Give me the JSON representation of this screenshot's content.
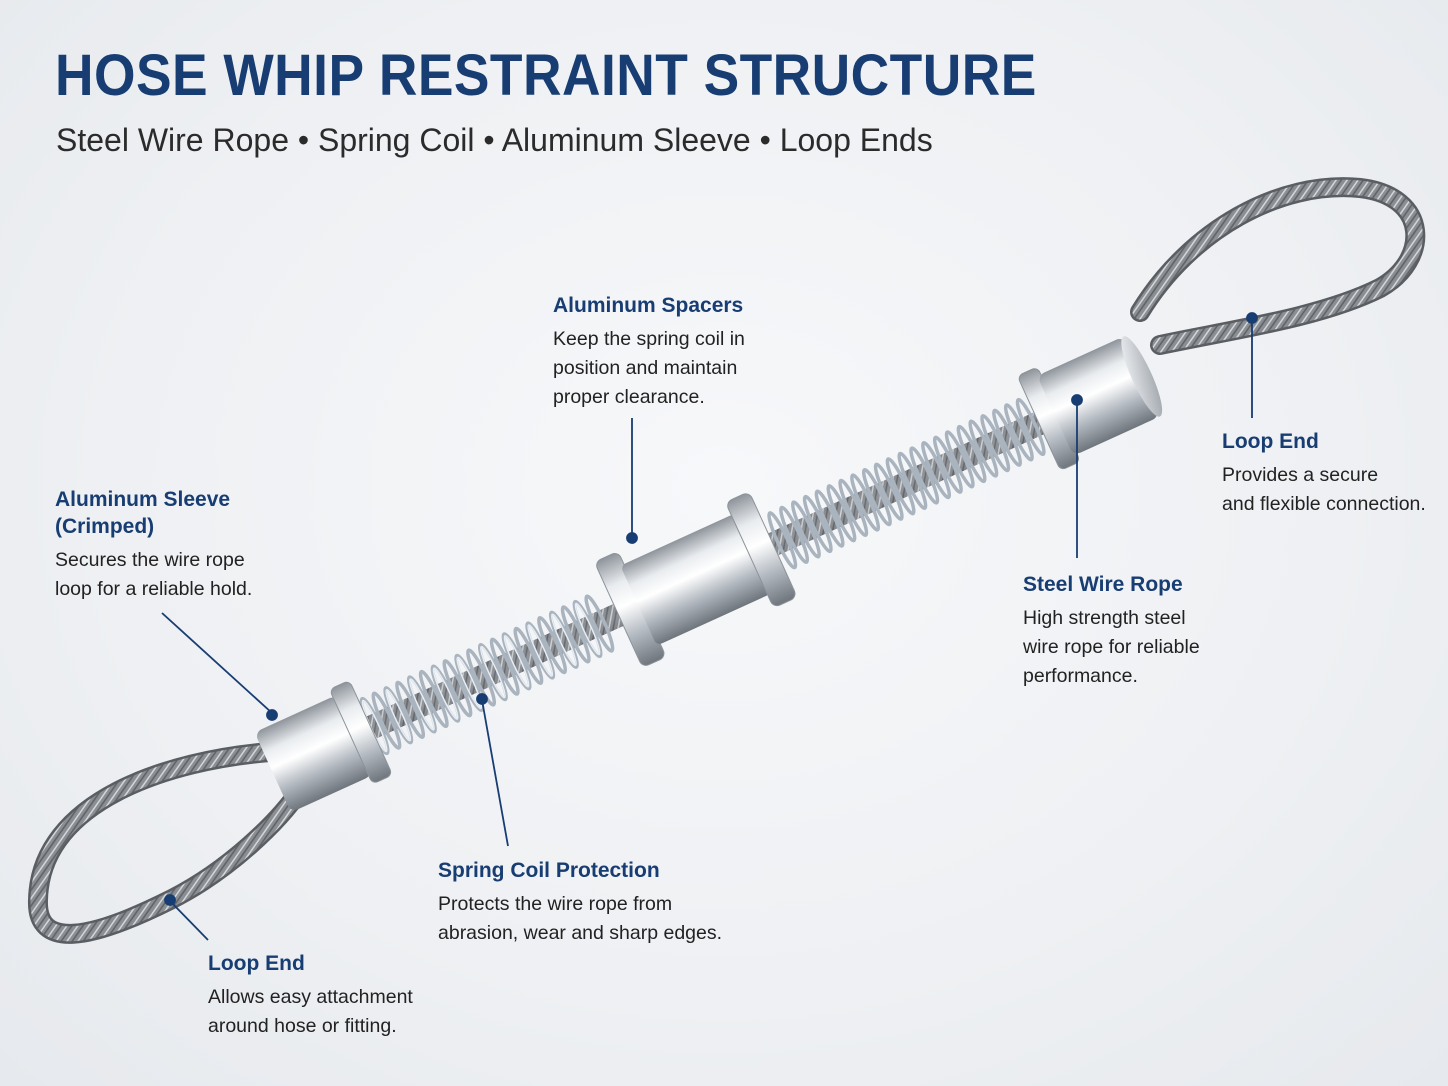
{
  "title": "HOSE WHIP RESTRAINT STRUCTURE",
  "subtitle": "Steel Wire Rope • Spring Coil • Aluminum Sleeve • Loop Ends",
  "colors": {
    "accent": "#173d72",
    "rope": "#8a8d91",
    "spring": "#b9c3ce",
    "aluminum": "#c9cdd2"
  },
  "callouts": {
    "spacers": {
      "heading": "Aluminum Spacers",
      "description": "Keep the spring coil in\nposition and maintain\nproper clearance."
    },
    "loop_right": {
      "heading": "Loop End",
      "description": "Provides a secure\nand flexible connection."
    },
    "sleeve": {
      "heading": "Aluminum Sleeve\n(Crimped)",
      "description": "Secures the wire rope\nloop for a reliable hold."
    },
    "wire_rope": {
      "heading": "Steel Wire Rope",
      "description": "High strength steel\nwire rope for reliable\nperformance."
    },
    "spring": {
      "heading": "Spring Coil Protection",
      "description": "Protects the wire rope from\nabrasion, wear and sharp edges."
    },
    "loop_left": {
      "heading": "Loop End",
      "description": "Allows easy attachment\naround hose or fitting."
    }
  }
}
